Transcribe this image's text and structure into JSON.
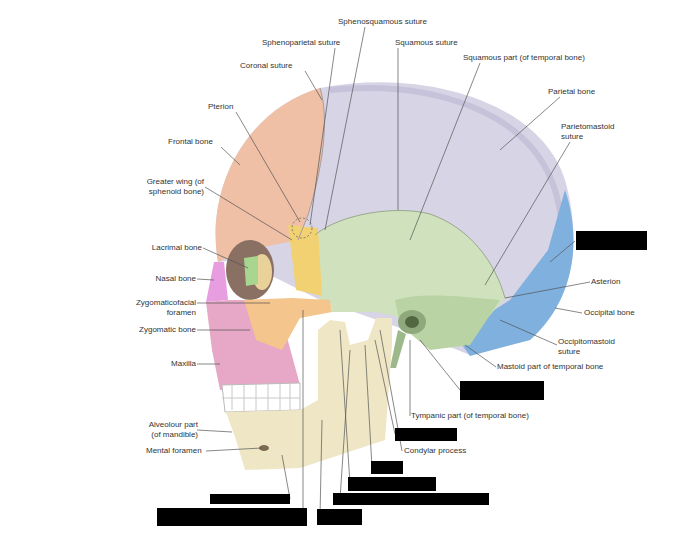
{
  "diagram": {
    "labels": [
      "Sphenosquamous suture",
      "Sphenoparietal suture",
      "Squamous suture",
      "Squamous part (of temporal bone)",
      "Coronal suture",
      "Parietal bone",
      "Pterion",
      "Parietomastoid suture",
      "Frontal bone",
      "Greater wing (of sphenoid bone)",
      "Lacrimal bone",
      "Asterion",
      "Nasal bone",
      "Occipital bone",
      "Zygomaticofacial foramen",
      "Occipitomastoid suture",
      "Zygomatic bone",
      "Mastoid part of temporal bone",
      "Maxilla",
      "Tympanic part (of temporal bone)",
      "Alveolour part (of mandible)",
      "Condylar process",
      "Mental foramen"
    ]
  }
}
